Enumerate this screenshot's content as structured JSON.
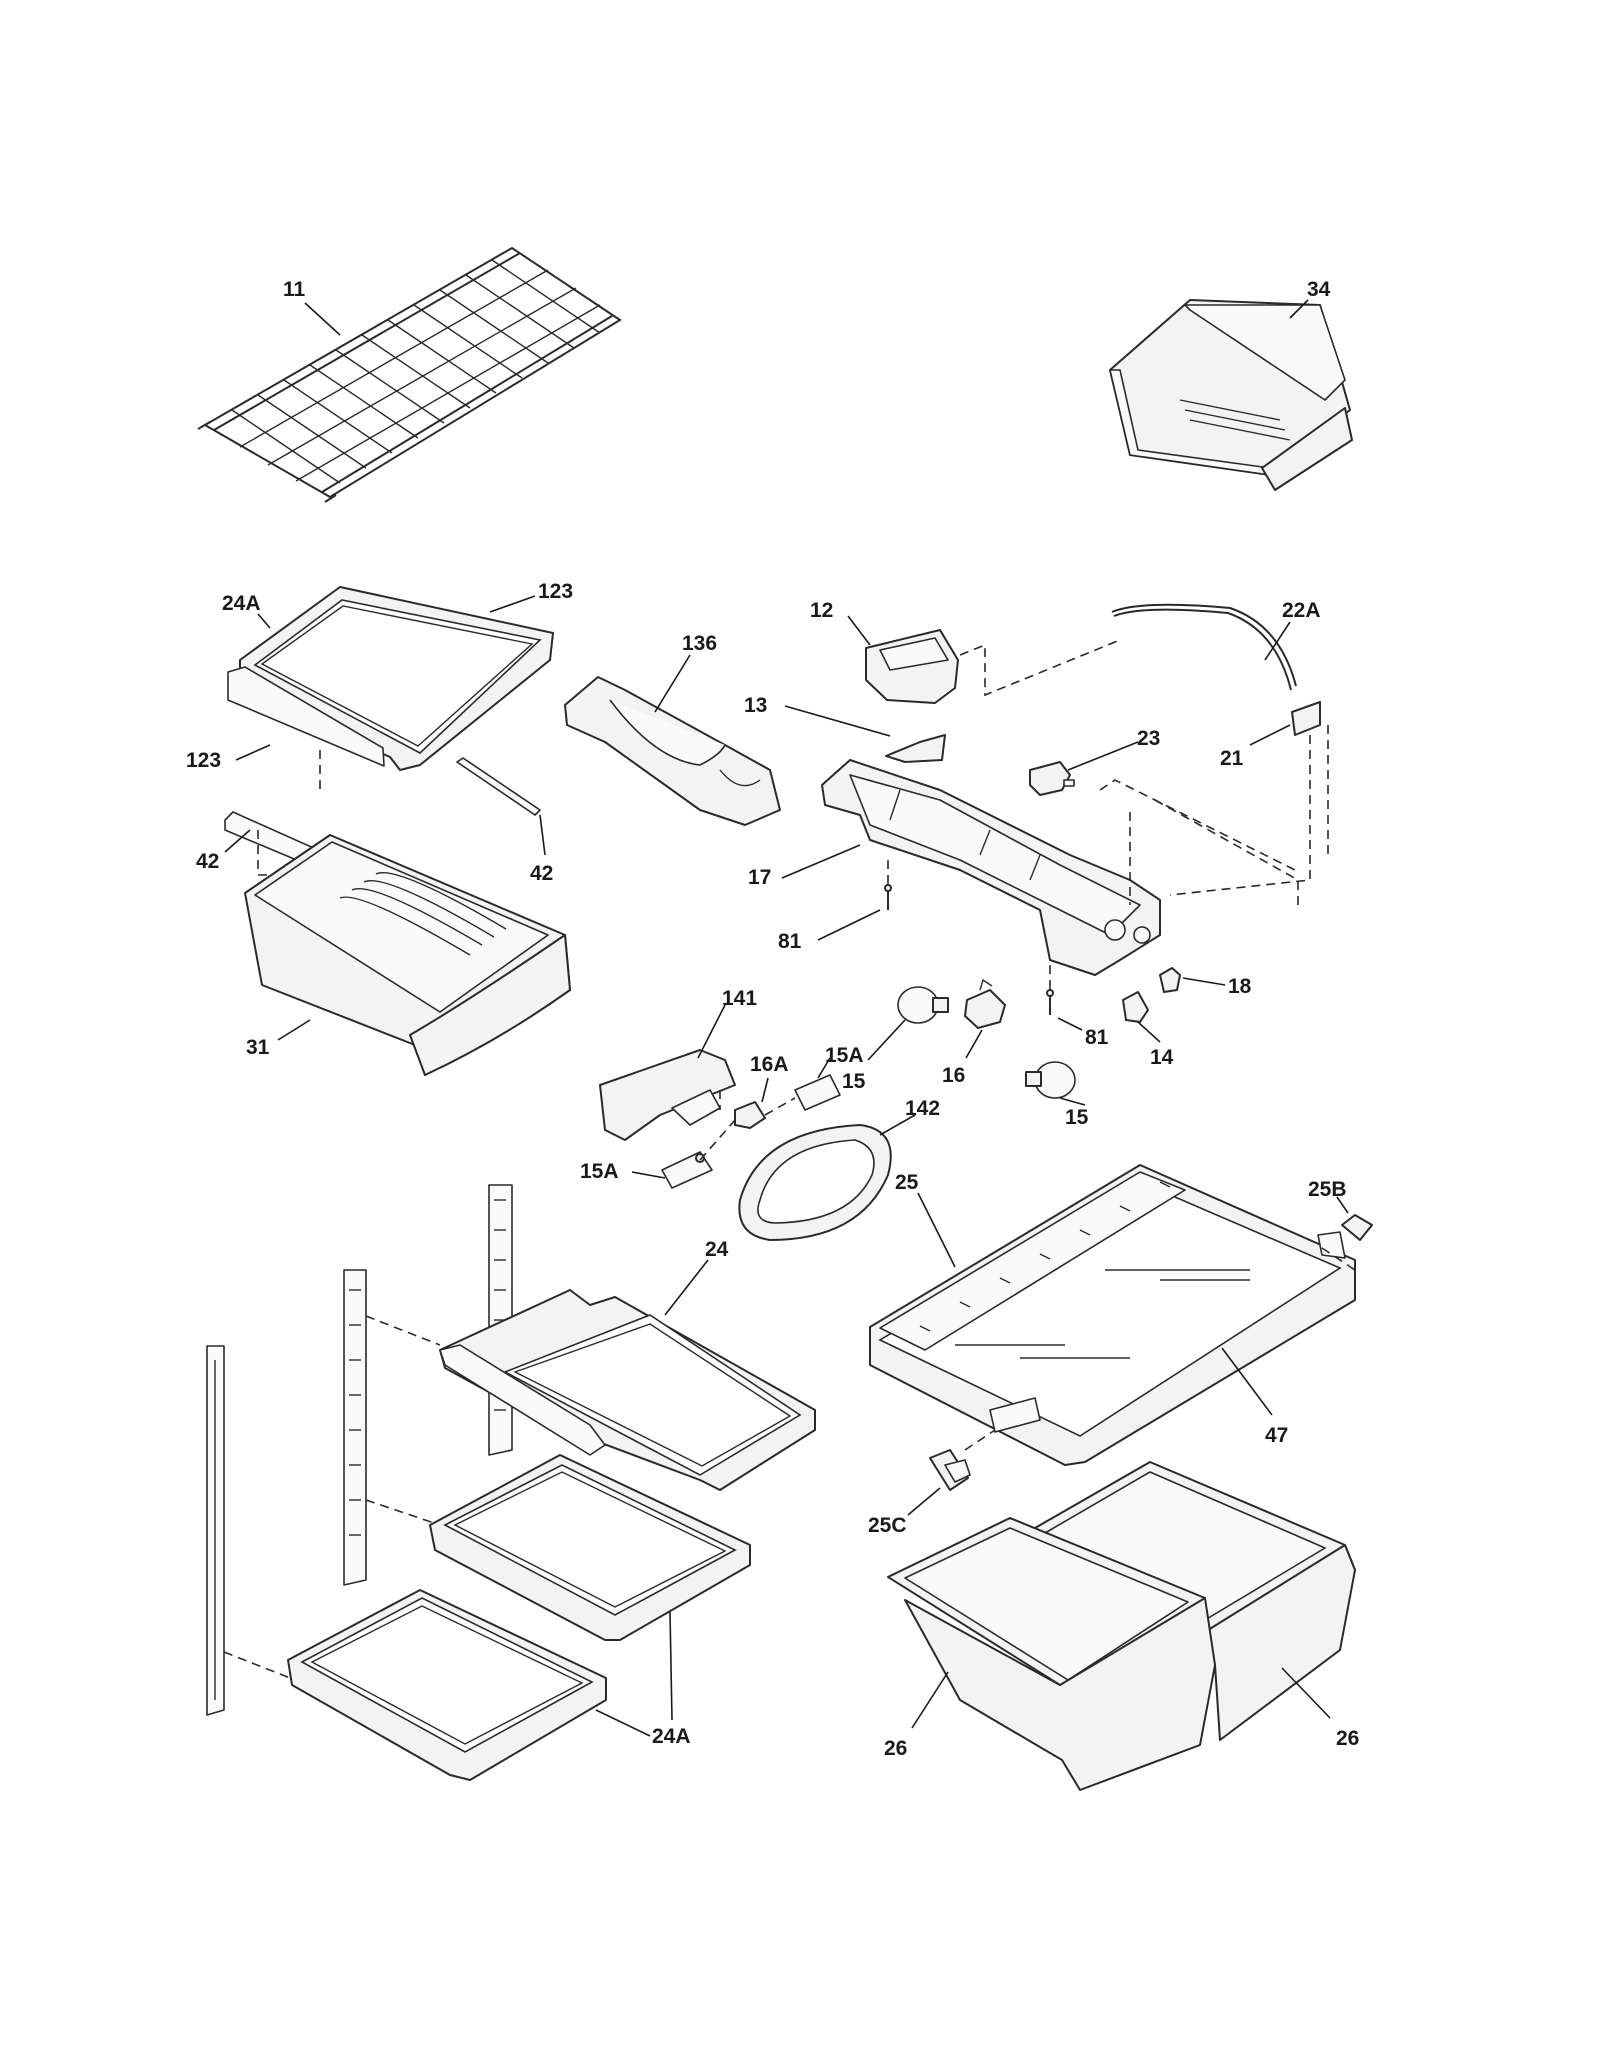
{
  "diagram": {
    "callouts": {
      "c11": "11",
      "c34": "34",
      "c24A_top": "24A",
      "c123_a": "123",
      "c123_b": "123",
      "c136": "136",
      "c12": "12",
      "c22A": "22A",
      "c13": "13",
      "c23": "23",
      "c21": "21",
      "c42_a": "42",
      "c42_b": "42",
      "c17": "17",
      "c81_a": "81",
      "c81_b": "81",
      "c18": "18",
      "c31": "31",
      "c141": "141",
      "c15_a": "15",
      "c16": "16",
      "c14": "14",
      "c15_b": "15",
      "c16A": "16A",
      "c15A_a": "15A",
      "c142": "142",
      "c15A_b": "15A",
      "c25": "25",
      "c25B": "25B",
      "c24": "24",
      "c47": "47",
      "c25C": "25C",
      "c24A_bottom": "24A",
      "c26_a": "26",
      "c26_b": "26"
    }
  }
}
